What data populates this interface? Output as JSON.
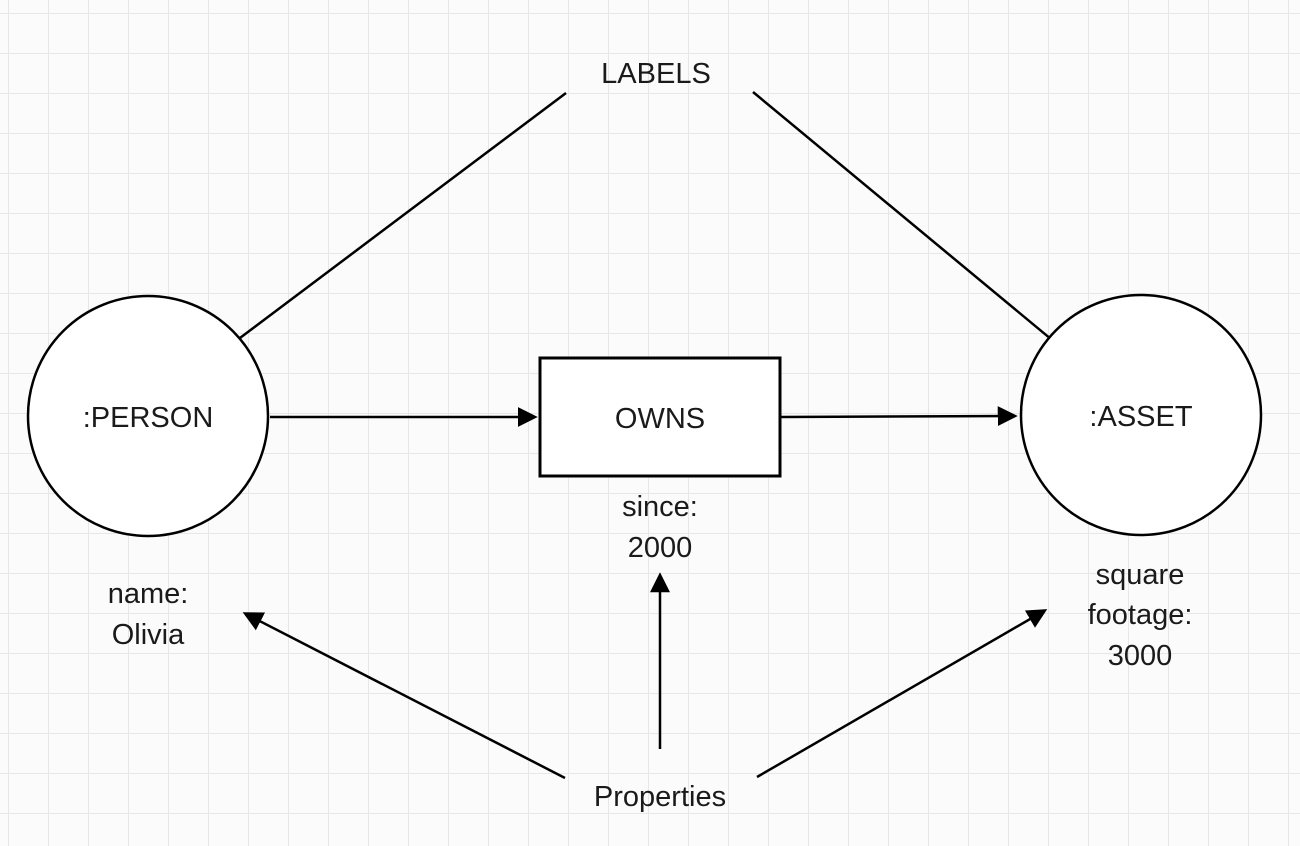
{
  "annotations": {
    "labels": "LABELS",
    "properties": "Properties"
  },
  "nodes": {
    "person": {
      "label": ":PERSON"
    },
    "asset": {
      "label": ":ASSET"
    }
  },
  "relationship": {
    "label": "OWNS"
  },
  "properties": {
    "person": [
      "name:",
      "Olivia"
    ],
    "relationship": [
      "since:",
      "2000"
    ],
    "asset": [
      "square",
      "footage:",
      "3000"
    ]
  }
}
